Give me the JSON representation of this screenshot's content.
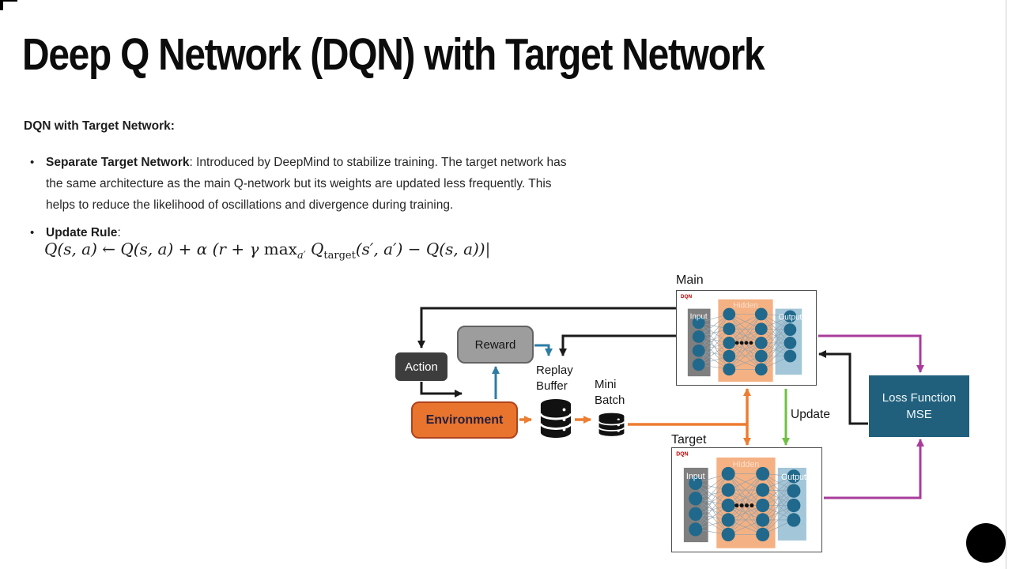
{
  "slide": {
    "title": "Deep Q Network (DQN) with Target Network",
    "heading": "DQN with Target Network:",
    "bullet_glyph": "•",
    "bullet1": {
      "label": "Separate Target Network",
      "lines": [
        ": Introduced by DeepMind to stabilize training. The target network has",
        "the same architecture as the main Q-network but its weights are updated less frequently. This",
        "helps to reduce the likelihood of oscillations and divergence during training."
      ]
    },
    "bullet2": {
      "label": "Update Rule",
      "colon": ":"
    },
    "formula": {
      "parts": [
        {
          "t": "Q(s, a) ← Q(s, a) + α (r + γ "
        },
        {
          "t": "max"
        },
        {
          "t": "a′"
        },
        {
          "t": " Q"
        },
        {
          "t": "target"
        },
        {
          "t": "(s′, a′) − Q(s, a))"
        },
        {
          "t": "|"
        }
      ]
    }
  },
  "diagram": {
    "main_label": "Main",
    "target_label": "Target",
    "action_label": "Action",
    "reward_label": "Reward",
    "environment_label": "Environment",
    "replay_buffer_label": [
      "Replay",
      "Buffer"
    ],
    "mini_batch_label": [
      "Mini",
      "Batch"
    ],
    "update_label": "Update",
    "loss_lines": [
      "Loss Function",
      "MSE"
    ],
    "network": {
      "tag": "DQN",
      "input": "Input",
      "hidden": "Hidden",
      "output": "Output"
    },
    "colors": {
      "arrow_black": "#1a1a1a",
      "arrow_blue": "#2e7ca3",
      "arrow_orange": "#ed7d31",
      "arrow_green": "#6fbf44",
      "arrow_purple": "#a83c9b",
      "action_bg": "#3d3d3d",
      "reward_bg": "#9d9d9d",
      "environment_bg": "#e8742e",
      "loss_bg": "#20607c",
      "node_teal": "#20698c",
      "layer_gray": "#7f7f7f",
      "layer_peach": "#f4b183",
      "layer_blue": "#a3c6d8",
      "dqn_tag_red": "#c00000"
    }
  }
}
